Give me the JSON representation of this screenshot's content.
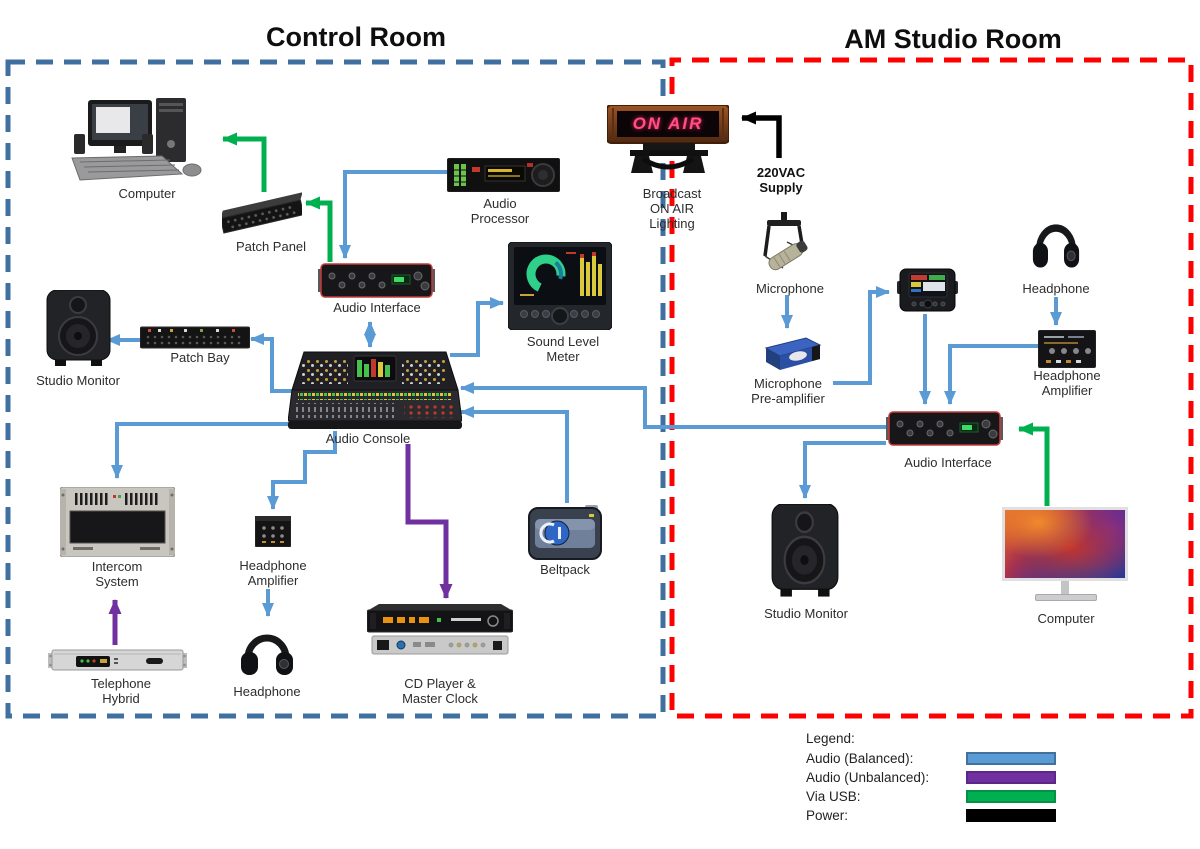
{
  "titles": {
    "control_room": "Control Room",
    "am_studio": "AM Studio Room"
  },
  "onair": {
    "text": "ON AIR"
  },
  "power": {
    "label": "220VAC\nSupply"
  },
  "labels": {
    "computer_left": "Computer",
    "patch_panel": "Patch Panel",
    "audio_processor": "Audio\nProcessor",
    "broadcast_onair": "Broadcast\nON AIR\nLighting",
    "audio_interface_left": "Audio Interface",
    "sound_level_meter": "Sound Level\nMeter",
    "studio_monitor_left": "Studio Monitor",
    "patch_bay": "Patch Bay",
    "audio_console": "Audio Console",
    "intercom": "Intercom\nSystem",
    "hp_amp_left": "Headphone\nAmplifier",
    "beltpack": "Beltpack",
    "telephone_hybrid": "Telephone\nHybrid",
    "headphone_left": "Headphone",
    "cd_player": "CD Player &\nMaster Clock",
    "microphone": "Microphone",
    "mic_preamp": "Microphone\nPre-amplifier",
    "headphone_right": "Headphone",
    "hp_amp_right": "Headphone\nAmplifier",
    "audio_interface_right": "Audio Interface",
    "studio_monitor_right": "Studio Monitor",
    "computer_right": "Computer"
  },
  "legend": {
    "title": "Legend:",
    "items": [
      {
        "label": "Audio (Balanced):",
        "color": "#5B9BD5",
        "border": "#41719C"
      },
      {
        "label": "Audio (Unbalanced):",
        "color": "#7030A0",
        "border": "#5C2786"
      },
      {
        "label": "Via USB:",
        "color": "#00B050",
        "border": "#089048"
      },
      {
        "label": "Power:",
        "color": "#000000",
        "border": "#000000"
      }
    ]
  },
  "colors": {
    "audio_balanced": "#5B9BD5",
    "audio_unbalanced": "#7030A0",
    "via_usb": "#00B050",
    "power": "#000000",
    "control_room_border": "#3F70A0",
    "studio_room_border": "#FF0000"
  }
}
